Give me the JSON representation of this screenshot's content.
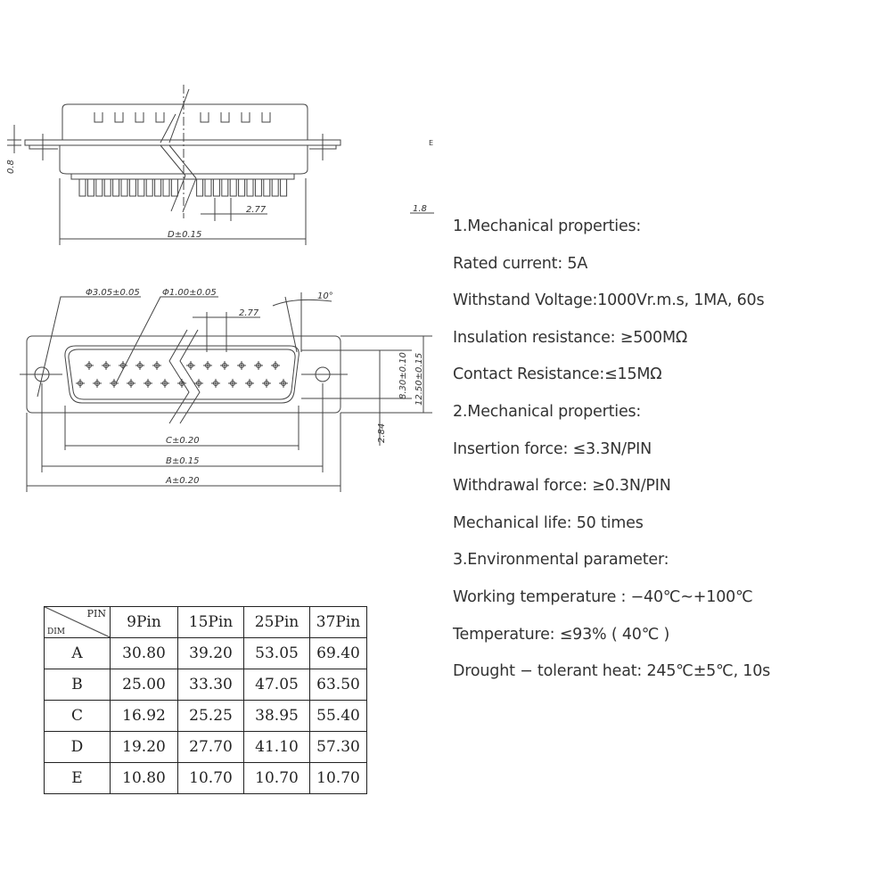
{
  "drawing": {
    "side_view": {
      "dim_d": "D±0.15",
      "pitch": "2.77",
      "flange_thickness": "0.8",
      "label_e": "E",
      "label_1_8": "1.8"
    },
    "front_view": {
      "hole_dia": "Φ3.05±0.05",
      "pin_dia": "Φ1.00±0.05",
      "pitch": "2.77",
      "angle": "10°",
      "height_inner": "8.30±0.10",
      "height_outer": "12.50±0.15",
      "row_offset": "2.84",
      "dim_c": "C±0.20",
      "dim_b": "B±0.15",
      "dim_a": "A±0.20"
    }
  },
  "table": {
    "corner_top": "PIN",
    "corner_bottom": "DIM",
    "headers": [
      "9Pin",
      "15Pin",
      "25Pin",
      "37Pin"
    ],
    "rows": [
      {
        "dim": "A",
        "values": [
          "30.80",
          "39.20",
          "53.05",
          "69.40"
        ]
      },
      {
        "dim": "B",
        "values": [
          "25.00",
          "33.30",
          "47.05",
          "63.50"
        ]
      },
      {
        "dim": "C",
        "values": [
          "16.92",
          "25.25",
          "38.95",
          "55.40"
        ]
      },
      {
        "dim": "D",
        "values": [
          "19.20",
          "27.70",
          "41.10",
          "57.30"
        ]
      },
      {
        "dim": "E",
        "values": [
          "10.80",
          "10.70",
          "10.70",
          "10.70"
        ]
      }
    ]
  },
  "specs": [
    "1.Mechanical properties:",
    "Rated current:  5A",
    "Withstand Voltage:1000Vr.m.s,  1MA,  60s",
    "Insulation resistance:  ≥500MΩ",
    "Contact Resistance:≤15MΩ",
    "2.Mechanical properties:",
    "Insertion force:  ≤3.3N/PIN",
    "Withdrawal force:  ≥0.3N/PIN",
    "Mechanical life:  50 times",
    "3.Environmental parameter:",
    "Working temperature  :  −40℃~+100℃",
    "Temperature:  ≤93% ( 40℃ )",
    "Drought − tolerant heat:  245℃±5℃,  10s"
  ]
}
